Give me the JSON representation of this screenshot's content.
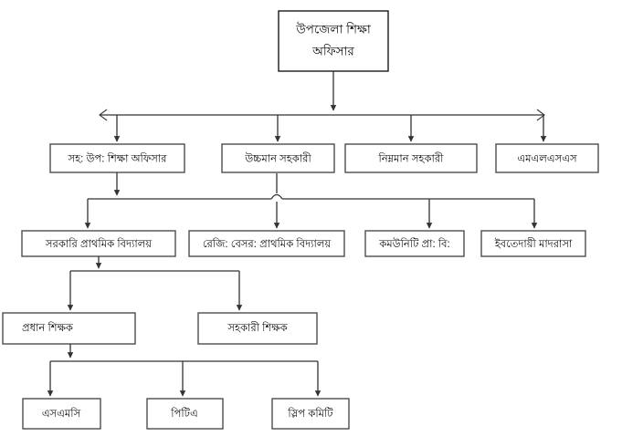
{
  "diagram": {
    "title_node": {
      "id": "upazila-education-officer",
      "line1": "উপজেলা শিক্ষা",
      "line2": "অফিসার"
    },
    "levels": [
      {
        "name": "level-2-staff",
        "nodes": [
          {
            "id": "assistant-upazila-education-officer",
            "label": "সহ: উপ: শিক্ষা অফিসার"
          },
          {
            "id": "upper-division-assistant",
            "label": "উচ্চমান সহকারী"
          },
          {
            "id": "lower-division-assistant",
            "label": "নিম্নমান সহকারী"
          },
          {
            "id": "mlss",
            "label": "এমএলএসএস"
          }
        ]
      },
      {
        "name": "level-3-schools",
        "nodes": [
          {
            "id": "government-primary-school",
            "label": "সরকারি প্রাথমিক বিদ্যালয়"
          },
          {
            "id": "registered-non-government-primary-school",
            "label": "রেজি: বেসর: প্রাথমিক বিদ্যালয়"
          },
          {
            "id": "community-primary-school",
            "label": "কমউনিটি প্রা: বি:"
          },
          {
            "id": "ebtedayee-madrasha",
            "label": "ইবতেদায়ী মাদরাসা"
          }
        ]
      },
      {
        "name": "level-4-teachers",
        "nodes": [
          {
            "id": "head-teacher",
            "label": "প্রধান শিক্ষক"
          },
          {
            "id": "assistant-teacher",
            "label": "সহকারী শিক্ষক"
          }
        ]
      },
      {
        "name": "level-5-committees",
        "nodes": [
          {
            "id": "smc",
            "label": "এসএমসি"
          },
          {
            "id": "pta",
            "label": "পিটিএ"
          },
          {
            "id": "slip-committee",
            "label": "স্লিপ কমিটি"
          }
        ]
      }
    ],
    "colors": {
      "background": "#ffffff",
      "box_fill": "#ffffff",
      "box_stroke": "#4d4d4d",
      "connector_stroke": "#333333",
      "text": "#0a0a0a"
    }
  }
}
